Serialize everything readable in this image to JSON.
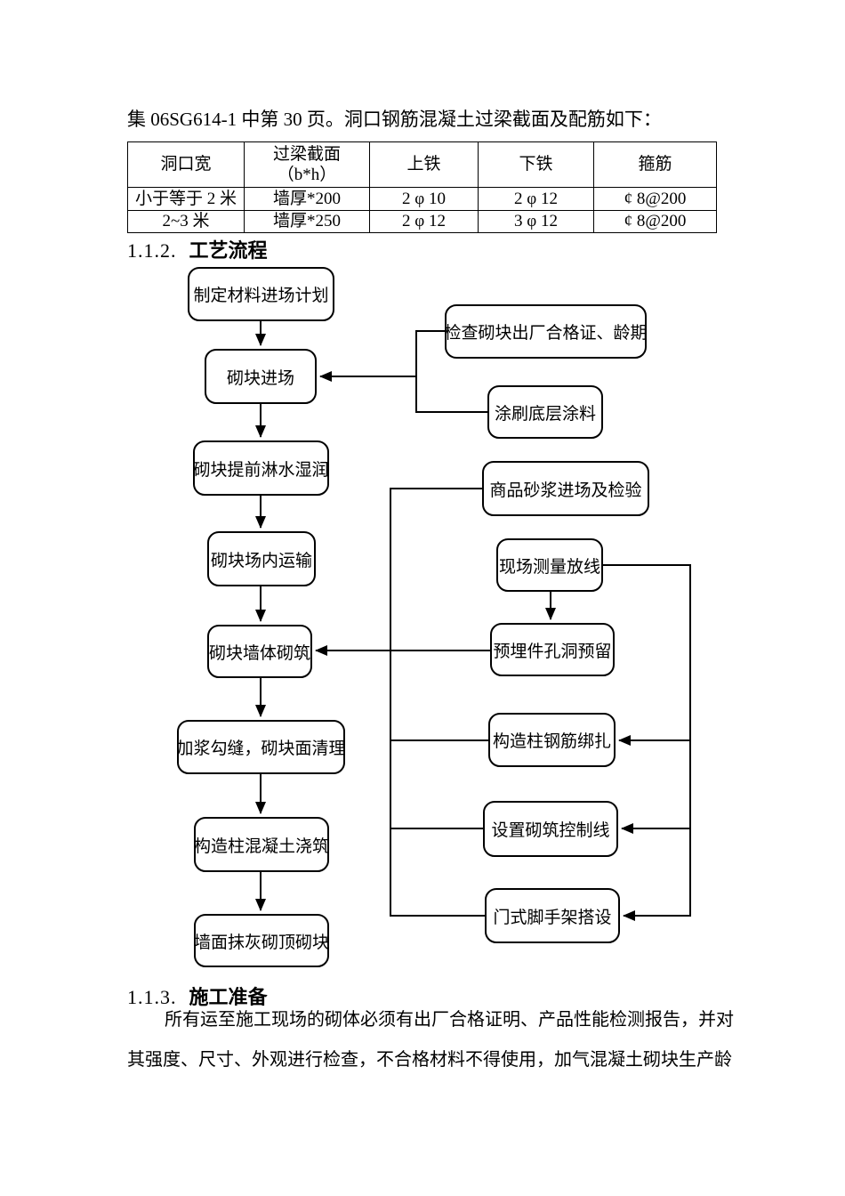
{
  "colors": {
    "ink": "#000000",
    "page_bg": "#ffffff"
  },
  "intro": {
    "text": "集 06SG614-1 中第 30 页。洞口钢筋混凝土过梁截面及配筋如下："
  },
  "table": {
    "headers": [
      {
        "label": "洞口宽",
        "sub": ""
      },
      {
        "label": "过梁截面",
        "sub": "（b*h）"
      },
      {
        "label": "上铁",
        "sub": ""
      },
      {
        "label": "下铁",
        "sub": ""
      },
      {
        "label": "箍筋",
        "sub": ""
      }
    ],
    "rows": [
      [
        "小于等于 2 米",
        "墙厚*200",
        "2 φ 10",
        "2 φ 12",
        "¢ 8@200"
      ],
      [
        "2~3 米",
        "墙厚*250",
        "2 φ 12",
        "3 φ 12",
        "¢ 8@200"
      ]
    ]
  },
  "sections": {
    "s112": {
      "num": "1.1.2.",
      "title": "工艺流程"
    },
    "s113": {
      "num": "1.1.3.",
      "title": "施工准备"
    }
  },
  "flowchart": {
    "nodes": [
      {
        "label": "制定材料进场计划"
      },
      {
        "label": "砌块进场"
      },
      {
        "label": "砌块提前淋水湿润"
      },
      {
        "label": "砌块场内运输"
      },
      {
        "label": "砌块墙体砌筑"
      },
      {
        "label": "加浆勾缝，砌块面清理"
      },
      {
        "label": "构造柱混凝土浇筑"
      },
      {
        "label": "墙面抹灰砌顶砌块"
      },
      {
        "label": "检查砌块出厂合格证、龄期"
      },
      {
        "label": "涂刷底层涂料"
      },
      {
        "label": "商品砂浆进场及检验"
      },
      {
        "label": "现场测量放线"
      },
      {
        "label": "预埋件孔洞预留"
      },
      {
        "label": "构造柱钢筋绑扎"
      },
      {
        "label": "设置砌筑控制线"
      },
      {
        "label": "门式脚手架搭设"
      }
    ]
  },
  "body": {
    "line1": "所有运至施工现场的砌体必须有出厂合格证明、产品性能检测报告，并对",
    "line2": "其强度、尺寸、外观进行检查，不合格材料不得使用，加气混凝土砌块生产龄"
  }
}
